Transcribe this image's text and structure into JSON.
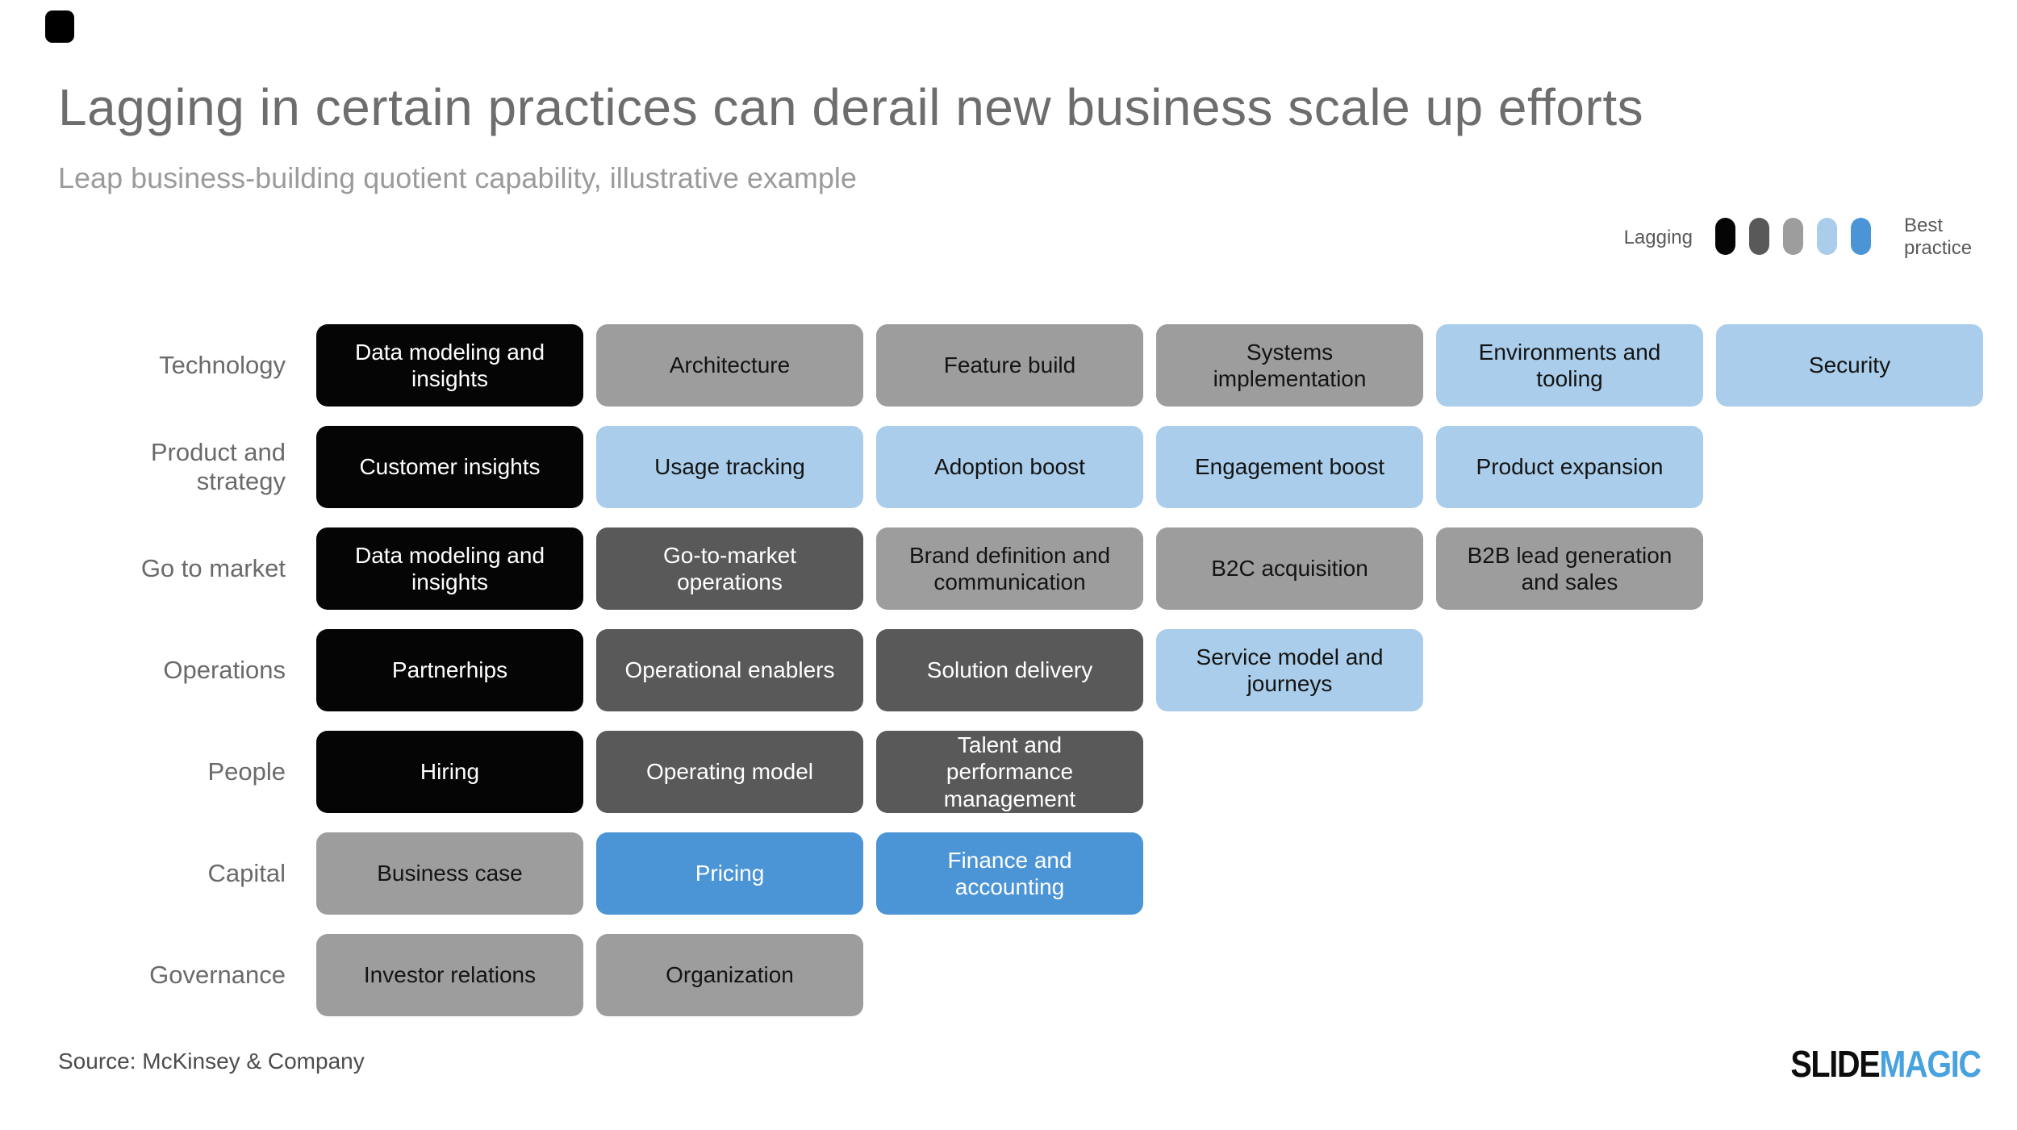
{
  "slide": {
    "title": "Lagging in certain practices can derail new business scale up efforts",
    "subtitle": "Leap business-building quotient capability, illustrative example",
    "source": "Source: McKinsey & Company",
    "logo": {
      "black_text": "SLIDE",
      "blue_text": "MAGIC"
    }
  },
  "legend": {
    "left_label": "Lagging",
    "right_label": "Best practice",
    "levels": [
      {
        "name": "legend-swatch-lagging",
        "color": "#050505"
      },
      {
        "name": "legend-swatch-level-2",
        "color": "#595959"
      },
      {
        "name": "legend-swatch-level-3",
        "color": "#9d9d9d"
      },
      {
        "name": "legend-swatch-level-4",
        "color": "#a9cdea"
      },
      {
        "name": "legend-swatch-best-practice",
        "color": "#4b95d7"
      }
    ]
  },
  "palette": {
    "1": {
      "bg": "#050505",
      "fg": "#ffffff"
    },
    "2": {
      "bg": "#595959",
      "fg": "#ffffff"
    },
    "3": {
      "bg": "#9d9d9d",
      "fg": "#141414"
    },
    "4": {
      "bg": "#a9cdea",
      "fg": "#141414"
    },
    "5": {
      "bg": "#4b95d7",
      "fg": "#ffffff"
    }
  },
  "matrix": {
    "rows": [
      {
        "label": "Technology",
        "cells": [
          {
            "text": "Data modeling and insights",
            "level": 1
          },
          {
            "text": "Architecture",
            "level": 3
          },
          {
            "text": "Feature build",
            "level": 3
          },
          {
            "text": "Systems implementation",
            "level": 3
          },
          {
            "text": "Environments and tooling",
            "level": 4
          },
          {
            "text": "Security",
            "level": 4
          }
        ]
      },
      {
        "label": "Product and strategy",
        "cells": [
          {
            "text": "Customer insights",
            "level": 1
          },
          {
            "text": "Usage tracking",
            "level": 4
          },
          {
            "text": "Adoption boost",
            "level": 4
          },
          {
            "text": "Engagement boost",
            "level": 4
          },
          {
            "text": "Product expansion",
            "level": 4
          }
        ]
      },
      {
        "label": "Go to market",
        "cells": [
          {
            "text": "Data modeling and insights",
            "level": 1
          },
          {
            "text": "Go-to-market operations",
            "level": 2
          },
          {
            "text": "Brand definition and communication",
            "level": 3
          },
          {
            "text": "B2C acquisition",
            "level": 3
          },
          {
            "text": "B2B lead generation and sales",
            "level": 3
          }
        ]
      },
      {
        "label": "Operations",
        "cells": [
          {
            "text": "Partnerhips",
            "level": 1
          },
          {
            "text": "Operational enablers",
            "level": 2
          },
          {
            "text": "Solution delivery",
            "level": 2
          },
          {
            "text": "Service model and journeys",
            "level": 4
          }
        ]
      },
      {
        "label": "People",
        "cells": [
          {
            "text": "Hiring",
            "level": 1
          },
          {
            "text": "Operating model",
            "level": 2
          },
          {
            "text": "Talent and performance management",
            "level": 2
          }
        ]
      },
      {
        "label": "Capital",
        "cells": [
          {
            "text": "Business case",
            "level": 3
          },
          {
            "text": "Pricing",
            "level": 5
          },
          {
            "text": "Finance and accounting",
            "level": 5
          }
        ]
      },
      {
        "label": "Governance",
        "cells": [
          {
            "text": "Investor relations",
            "level": 3
          },
          {
            "text": "Organization",
            "level": 3
          }
        ]
      }
    ]
  }
}
